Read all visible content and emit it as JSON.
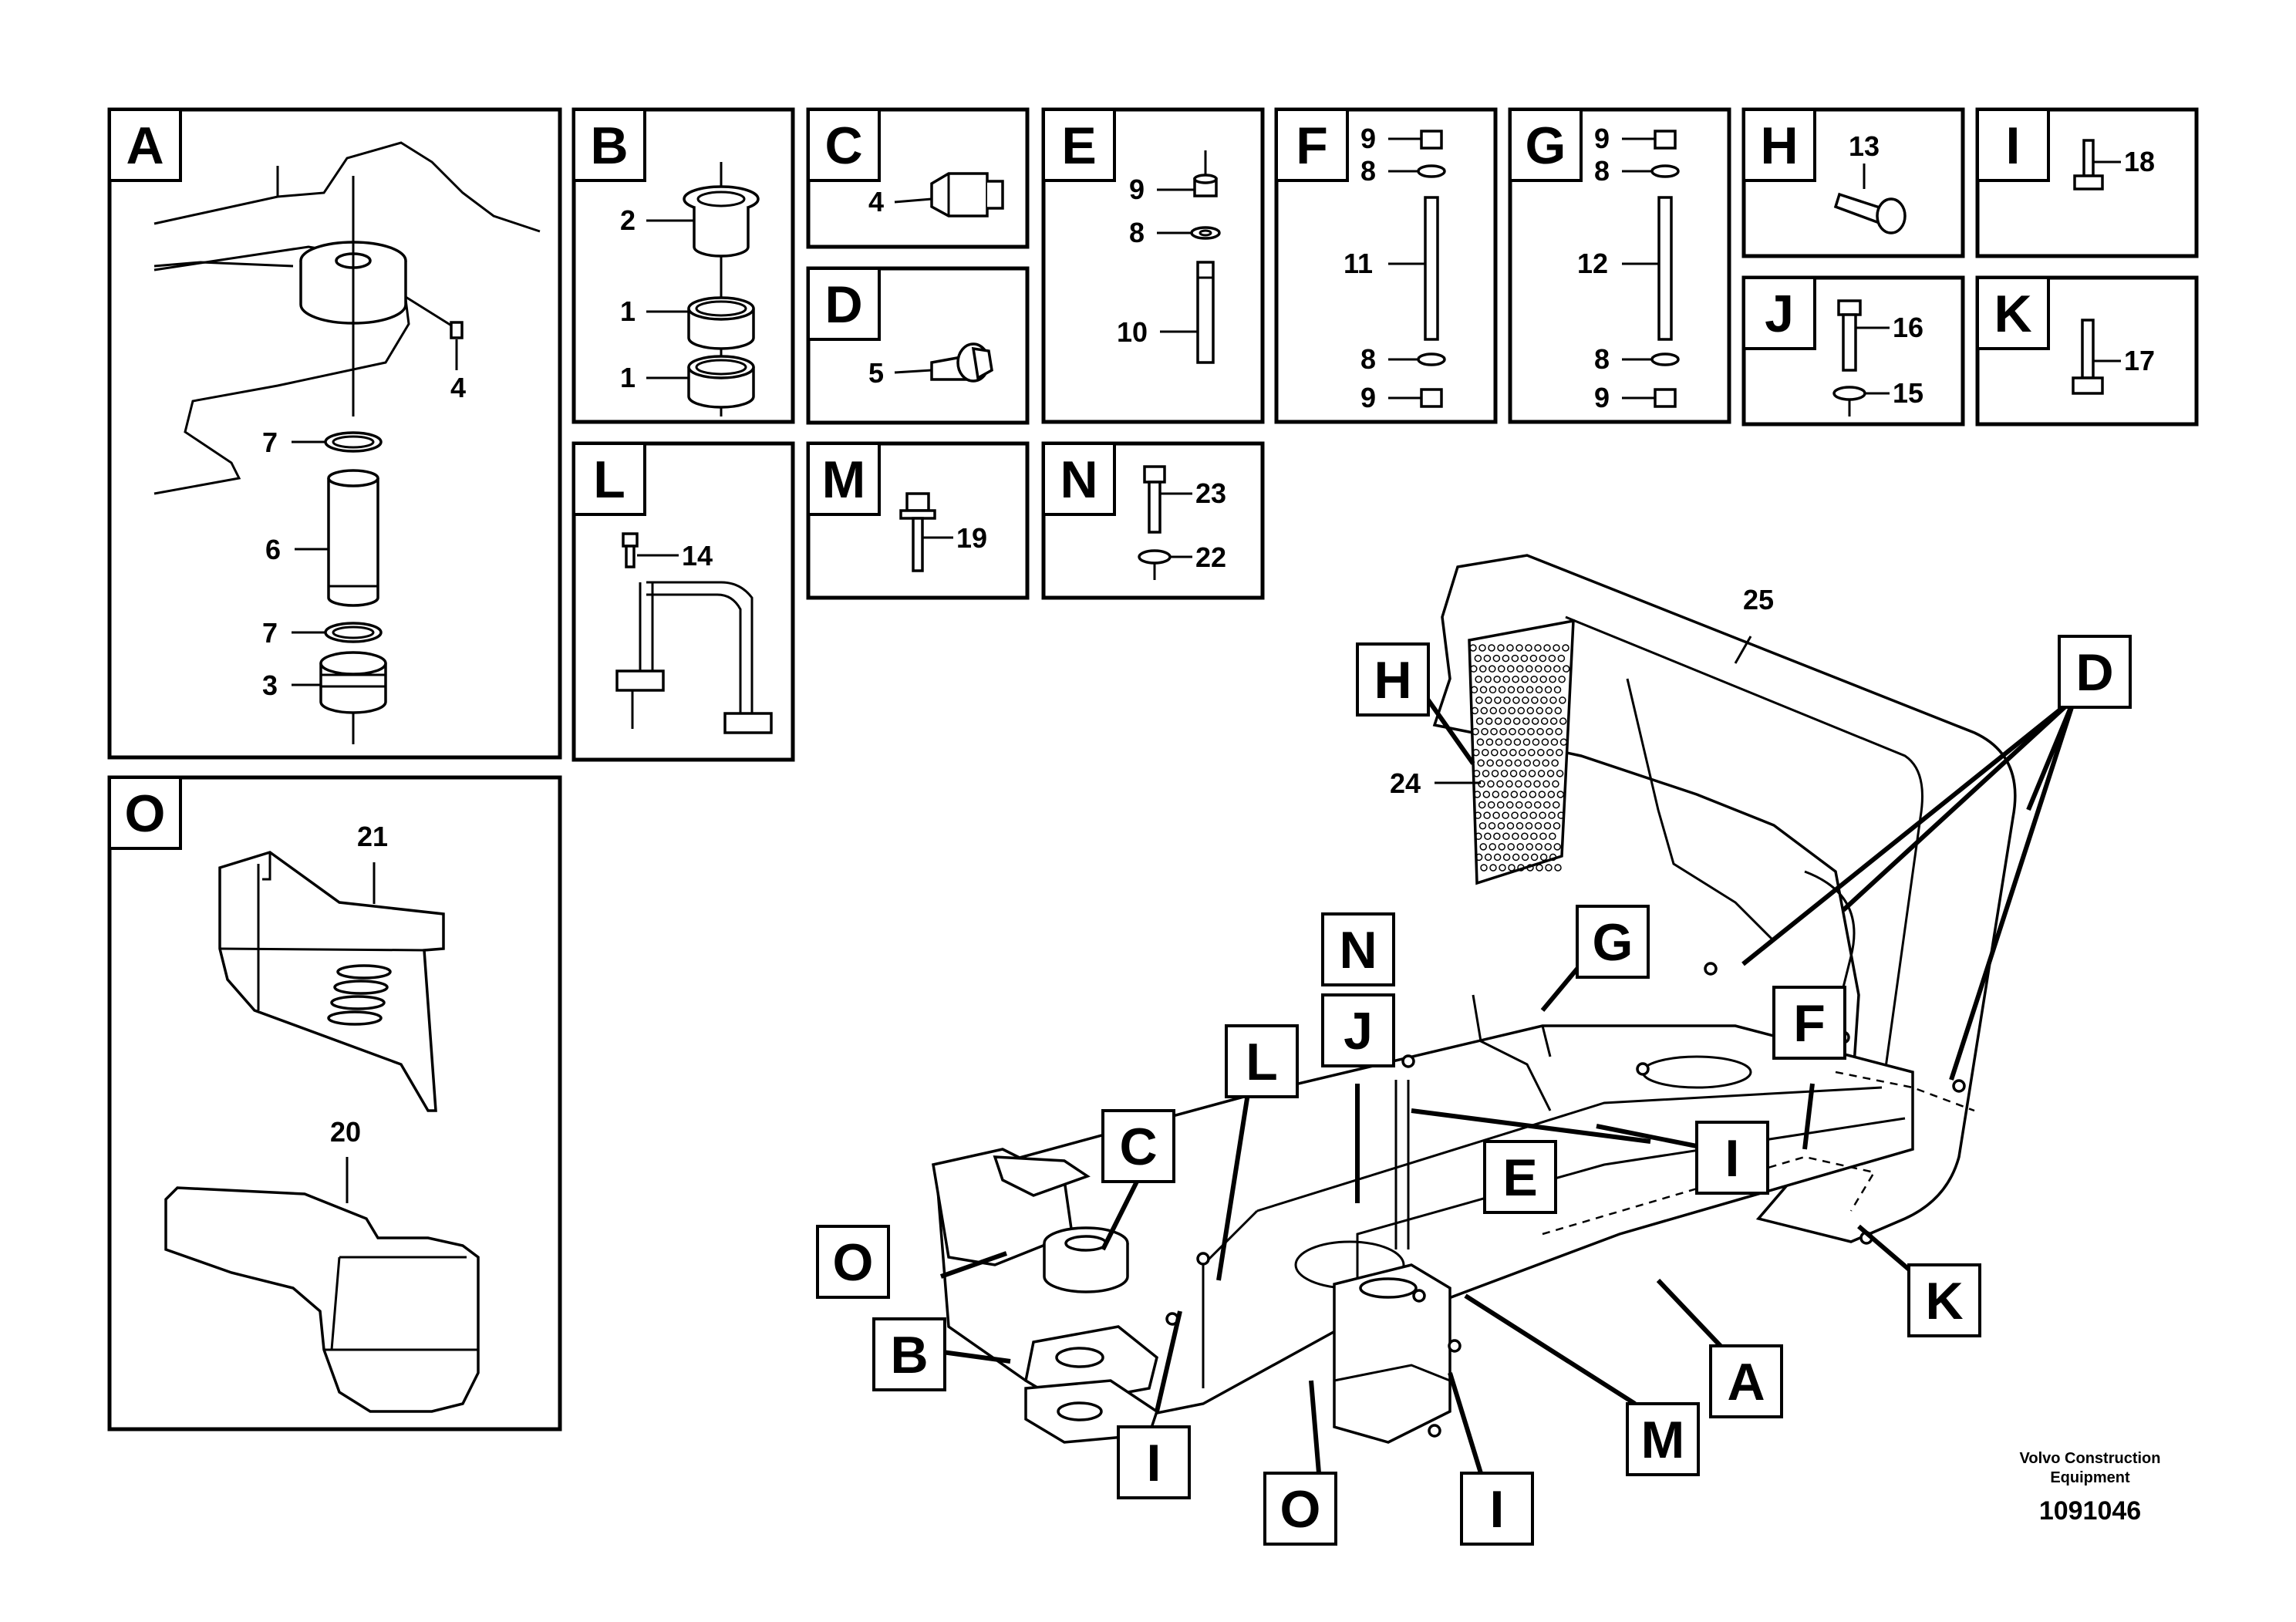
{
  "panels": {
    "A": {
      "letter": "A",
      "callouts": [
        "4",
        "7",
        "6",
        "7",
        "3"
      ]
    },
    "B": {
      "letter": "B",
      "callouts": [
        "2",
        "1",
        "1"
      ]
    },
    "C": {
      "letter": "C",
      "callouts": [
        "4"
      ]
    },
    "D": {
      "letter": "D",
      "callouts": [
        "5"
      ]
    },
    "E": {
      "letter": "E",
      "callouts": [
        "9",
        "8",
        "10"
      ]
    },
    "F": {
      "letter": "F",
      "callouts": [
        "9",
        "8",
        "11",
        "8",
        "9"
      ]
    },
    "G": {
      "letter": "G",
      "callouts": [
        "9",
        "8",
        "12",
        "8",
        "9"
      ]
    },
    "H": {
      "letter": "H",
      "callouts": [
        "13"
      ]
    },
    "I": {
      "letter": "I",
      "callouts": [
        "18"
      ]
    },
    "J": {
      "letter": "J",
      "callouts": [
        "16",
        "15"
      ]
    },
    "K": {
      "letter": "K",
      "callouts": [
        "17"
      ]
    },
    "L": {
      "letter": "L",
      "callouts": [
        "14"
      ]
    },
    "M": {
      "letter": "M",
      "callouts": [
        "19"
      ]
    },
    "N": {
      "letter": "N",
      "callouts": [
        "23",
        "22"
      ]
    },
    "O": {
      "letter": "O",
      "callouts": [
        "21",
        "20"
      ]
    }
  },
  "main": {
    "callouts": [
      "25",
      "24"
    ],
    "tags": [
      "H",
      "D",
      "N",
      "G",
      "J",
      "F",
      "L",
      "C",
      "I",
      "E",
      "O",
      "K",
      "B",
      "A",
      "M",
      "I",
      "O",
      "I"
    ]
  },
  "footer": {
    "company_line1": "Volvo Construction",
    "company_line2": "Equipment",
    "drawing_number": "1091046"
  }
}
